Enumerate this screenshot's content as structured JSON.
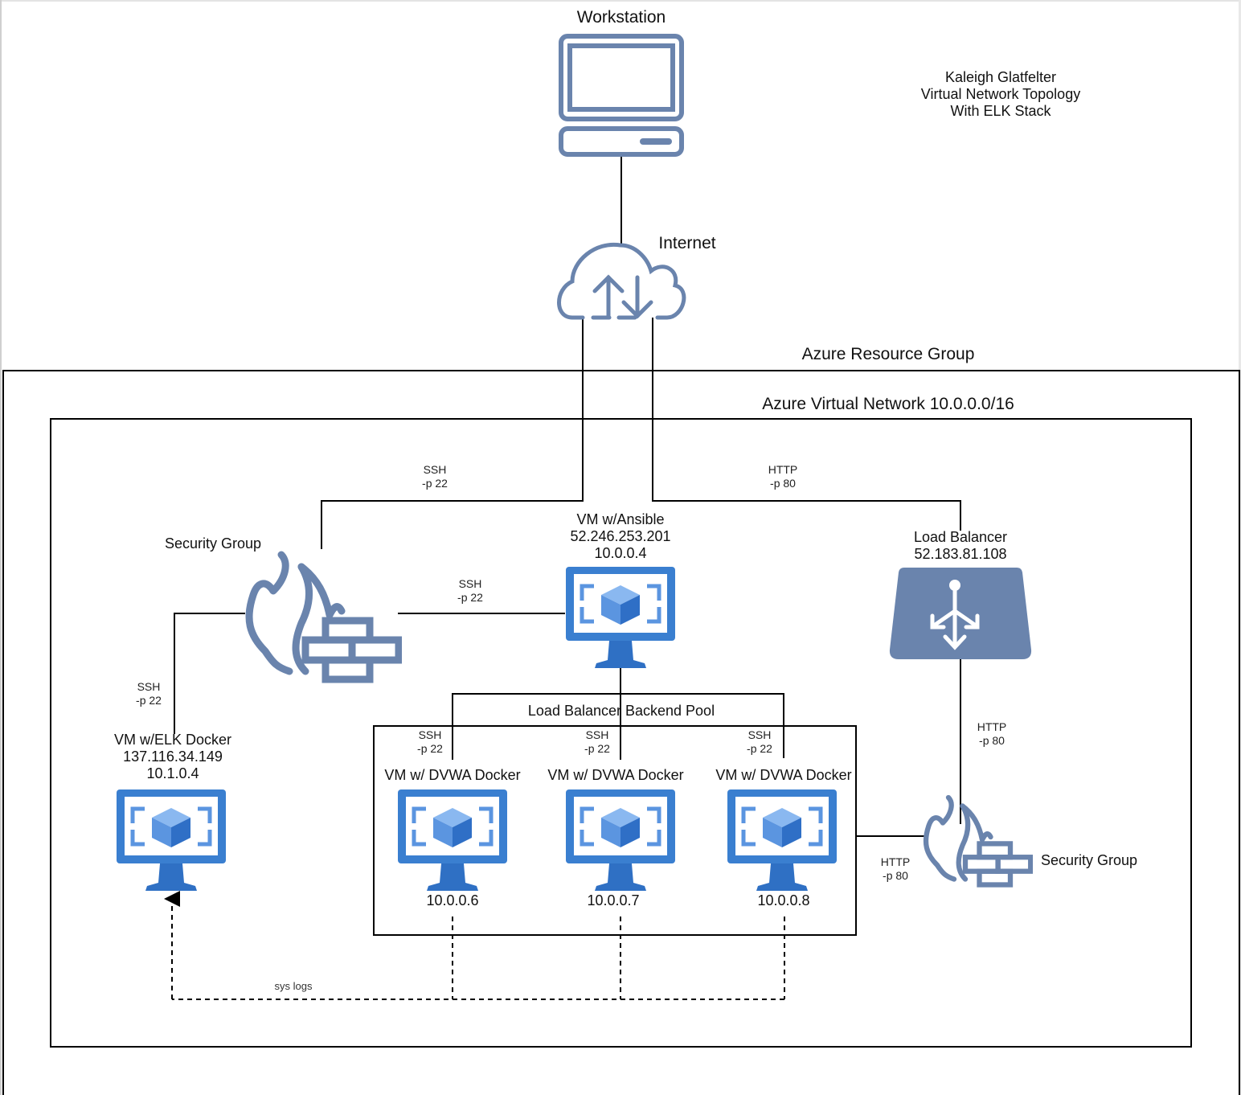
{
  "title_block": {
    "author": "Kaleigh Glatfelter",
    "line2": "Virtual Network Topology",
    "line3": "With ELK Stack"
  },
  "nodes": {
    "workstation": {
      "label": "Workstation",
      "icon": "desktop-computer-icon"
    },
    "internet": {
      "label": "Internet",
      "icon": "cloud-upload-download-icon"
    },
    "resource_group": {
      "label": "Azure Resource Group"
    },
    "virtual_network": {
      "label": "Azure Virtual Network 10.0.0.0/16"
    },
    "jump_box": {
      "name": "VM w/Ansible",
      "public_ip": "52.246.253.201",
      "private_ip": "10.0.0.4",
      "icon": "azure-vm-icon"
    },
    "load_balancer": {
      "name": "Load Balancer",
      "public_ip": "52.183.81.108",
      "icon": "load-balancer-icon"
    },
    "security_group_left": {
      "label": "Security Group",
      "icon": "firewall-icon"
    },
    "security_group_right": {
      "label": "Security Group",
      "icon": "firewall-icon"
    },
    "elk_vm": {
      "name": "VM w/ELK Docker",
      "public_ip": "137.116.34.149",
      "private_ip": "10.1.0.4",
      "icon": "azure-vm-icon"
    },
    "backend_pool": {
      "label": "Load Balancer Backend Pool"
    },
    "web_vms": [
      {
        "name": "VM w/ DVWA Docker",
        "private_ip": "10.0.0.6"
      },
      {
        "name": "VM w/ DVWA Docker",
        "private_ip": "10.0.0.7"
      },
      {
        "name": "VM w/ DVWA Docker",
        "private_ip": "10.0.0.8"
      }
    ]
  },
  "connections": {
    "internet_to_sg": {
      "proto": "SSH",
      "port": "-p 22"
    },
    "internet_to_lb": {
      "proto": "HTTP",
      "port": "-p 80"
    },
    "sg_to_jumpbox": {
      "proto": "SSH",
      "port": "-p 22"
    },
    "sg_to_elk": {
      "proto": "SSH",
      "port": "-p 22"
    },
    "jumpbox_to_web1": {
      "proto": "SSH",
      "port": "-p 22"
    },
    "jumpbox_to_web2": {
      "proto": "SSH",
      "port": "-p 22"
    },
    "jumpbox_to_web3": {
      "proto": "SSH",
      "port": "-p 22"
    },
    "lb_to_sg": {
      "proto": "HTTP",
      "port": "-p 80"
    },
    "sg_to_pool": {
      "proto": "HTTP",
      "port": "-p 80"
    },
    "syslogs": {
      "label": "sys logs"
    }
  },
  "colors": {
    "icon_slate": "#6a84ad",
    "vm_blue": "#3a7fd0",
    "vm_cube_light": "#6aa2e8",
    "vm_cube_dark": "#2f6fc6",
    "lb_fill": "#6a84ad",
    "line": "#000000"
  }
}
